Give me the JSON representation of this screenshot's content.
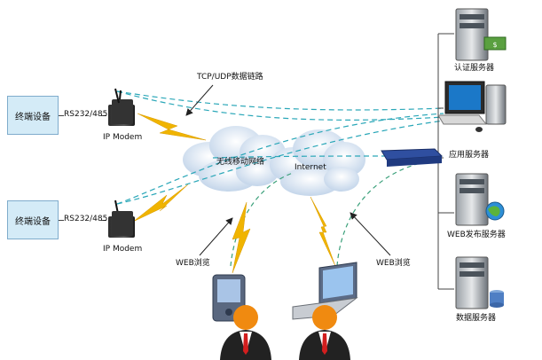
{
  "labels": {
    "terminal_1": "终端设备",
    "terminal_2": "终端设备",
    "rs_1": "RS232/485",
    "rs_2": "RS232/485",
    "modem_1": "IP Modem",
    "modem_2": "IP Modem",
    "tcp_udp": "TCP/UDP数据链路",
    "wireless": "无线移动网络",
    "internet": "Internet",
    "web_left": "WEB浏览",
    "web_right": "WEB浏览",
    "auth_server": "认证服务器",
    "app_server": "应用服务器",
    "web_server": "WEB发布服务器",
    "data_server": "数据服务器"
  },
  "colors": {
    "link_dashed": "#2aa7b8",
    "lightning": "#f0b400",
    "cloud": "#d7e4f3",
    "terminal_box": "#d4ebf7",
    "person_head": "#f08a10"
  }
}
